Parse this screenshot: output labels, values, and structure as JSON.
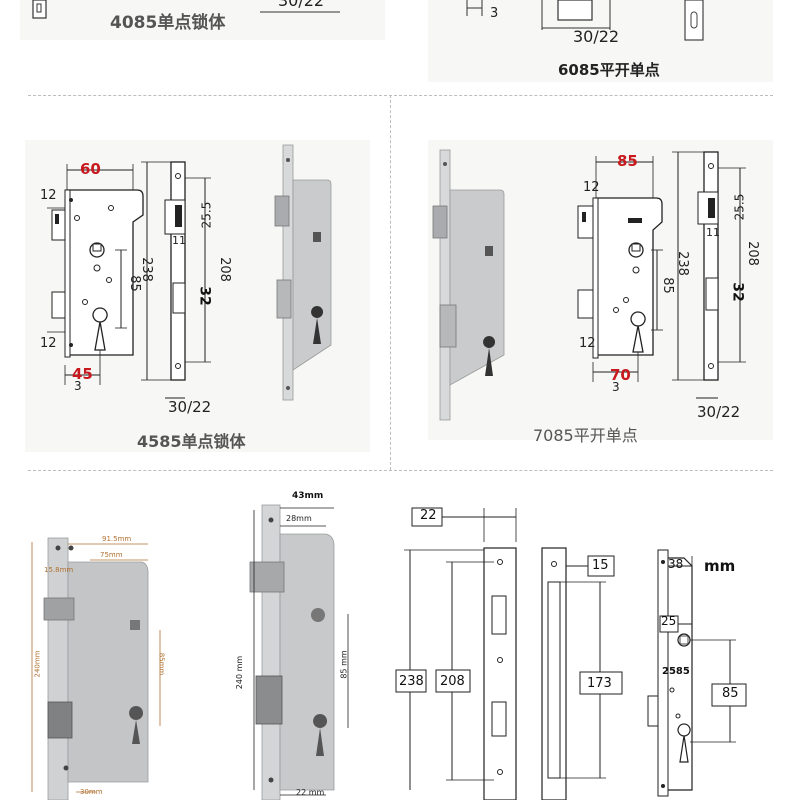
{
  "top_row": {
    "left_caption": "4085单点锁体",
    "left_dim": "30/22",
    "right_dim_small": "3",
    "right_dim": "30/22",
    "right_caption": "6085平开单点"
  },
  "middle_left": {
    "width_top": "60",
    "dim_12_top": "12",
    "dim_12_bottom": "12",
    "dim_85": "85",
    "dim_45": "45",
    "dim_3": "3",
    "dim_238": "238",
    "dim_208": "208",
    "dim_25_5": "25.5",
    "dim_11": "11",
    "dim_32": "32",
    "dim_faceplate": "30/22",
    "caption": "4585单点锁体"
  },
  "middle_right": {
    "width_top": "85",
    "dim_12_top": "12",
    "dim_12_bottom": "12",
    "dim_85": "85",
    "dim_70": "70",
    "dim_3": "3",
    "dim_238": "238",
    "dim_208": "208",
    "dim_25_5": "25.5",
    "dim_11": "11",
    "dim_32": "32",
    "dim_faceplate": "30/22",
    "caption": "7085平开单点"
  },
  "bottom_photo_left": {
    "dim_91_5": "91.5mm",
    "dim_75": "75mm",
    "dim_15_8": "15.8mm",
    "dim_240": "240mm",
    "dim_85": "85mm",
    "dim_30": "30mm"
  },
  "bottom_photo_mid": {
    "dim_43": "43mm",
    "dim_28": "28mm",
    "dim_240": "240 mm",
    "dim_85": "85 mm",
    "dim_22": "22 mm"
  },
  "bottom_drawing": {
    "dim_22": "22",
    "dim_238": "238",
    "dim_208": "208",
    "dim_15": "15",
    "dim_173": "173",
    "dim_38": "38",
    "unit": "mm",
    "dim_25": "25",
    "model": "2585",
    "dim_85": "85"
  },
  "colors": {
    "red_dim": "#c8191e",
    "steel": "#c9cbcd",
    "line": "#222222"
  }
}
